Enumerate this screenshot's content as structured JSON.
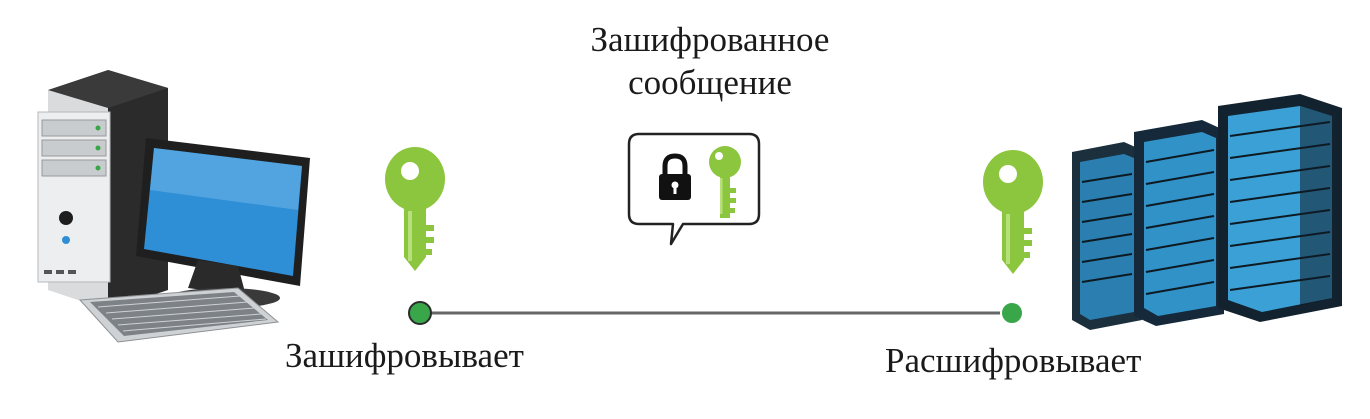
{
  "message": {
    "line1": "Зашифрованное",
    "line2": "сообщение"
  },
  "left_label": "Зашифровывает",
  "right_label": "Расшифровывает",
  "colors": {
    "key_green": "#8cc63f",
    "key_dark": "#5a9a22",
    "node_green": "#3aa64a",
    "line_gray": "#666666",
    "server_blue": "#2a7fb0",
    "screen_blue": "#2e8ed6"
  },
  "icons": {
    "client": "desktop-computer-icon",
    "server": "server-rack-icon",
    "key": "key-icon",
    "lock": "padlock-icon"
  }
}
